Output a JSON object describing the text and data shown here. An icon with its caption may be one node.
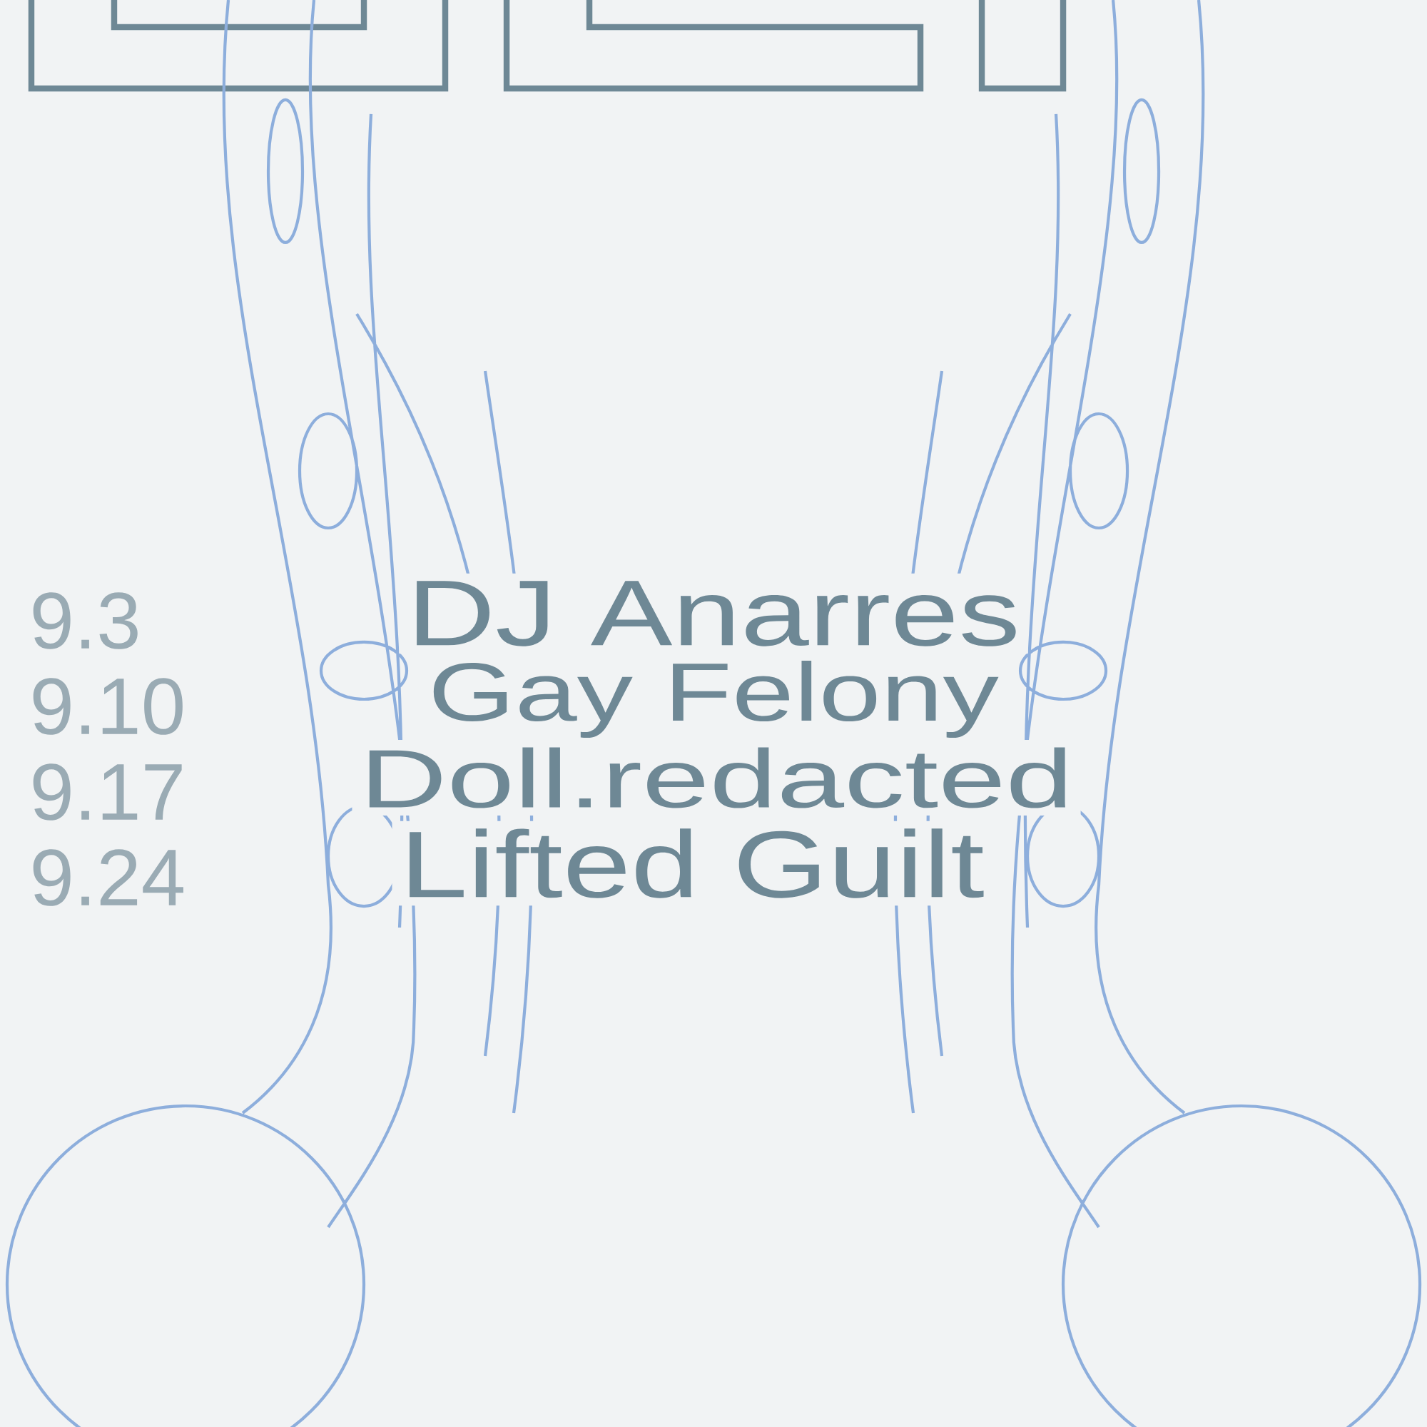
{
  "diagram": {
    "labels": [
      "9.3",
      "9.10",
      "9.17",
      "9.24",
      "DJ Anarres",
      "Gay Felony",
      "Doll.redacted",
      "Lifted Guilt"
    ]
  }
}
